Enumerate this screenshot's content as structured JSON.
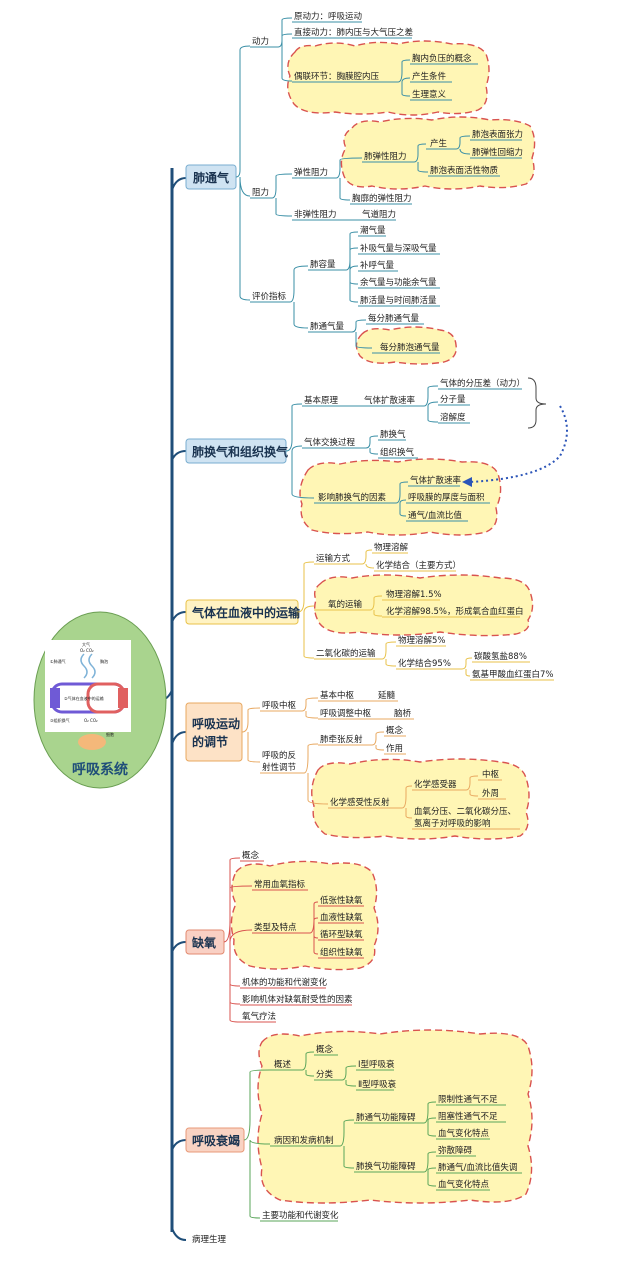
{
  "center": {
    "title": "呼吸系统"
  },
  "footer": {
    "label": "病理生理"
  },
  "sections": {
    "s1": {
      "title": "肺通气",
      "dongli": "动力",
      "yuan": "原动力：呼吸运动",
      "zhi": "直接动力：肺内压与大气压之差",
      "ou": "偶联环节：胸膜腔内压",
      "xfy": "胸内负压的概念",
      "cstj": "产生条件",
      "slyy": "生理意义",
      "zuli": "阻力",
      "txzl": "弹性阻力",
      "ftxzl": "非弹性阻力",
      "ftx": "肺弹性阻力",
      "xkt": "胸廓的弹性阻力",
      "qdzl": "气道阻力",
      "cs": "产生",
      "zmzl": "肺泡表面张力",
      "htl": "肺弹性回缩力",
      "hxwz": "肺泡表面活性物质",
      "pjzb": "评价指标",
      "frl": "肺容量",
      "ftql": "肺通气量",
      "cql": "潮气量",
      "bxq": "补吸气量与深吸气量",
      "bhq": "补呼气量",
      "yql": "余气量与功能余气量",
      "fhl": "肺活量与时间肺活量",
      "mfft": "每分肺通气量",
      "mfpt": "每分肺泡通气量"
    },
    "s2": {
      "title": "肺换气和组织换气",
      "jbyl": "基本原理",
      "ktsl": "气体扩散速率",
      "fyc": "气体的分压差（动力）",
      "fzl": "分子量",
      "rjd": "溶解度",
      "jhgc": "气体交换过程",
      "fhq": "肺换气",
      "zzhq": "组织换气",
      "yxys": "影响肺换气的因素",
      "ktsl2": "气体扩散速率",
      "hdmj": "呼吸膜的厚度与面积",
      "xlb": "通气/血流比值"
    },
    "s3": {
      "title": "气体在血液中的运输",
      "ysfs": "运输方式",
      "wlrj": "物理溶解",
      "hxjh": "化学结合（主要方式）",
      "yys": "氧的运输",
      "ywl": "物理溶解1.5%",
      "yhx": "化学溶解98.5%，形成氧合血红蛋白",
      "ehys": "二氧化碳的运输",
      "ewl": "物理溶解5%",
      "ehx": "化学结合95%",
      "tsq": "碳酸氢盐88%",
      "ajj": "氨基甲酸血红蛋白7%"
    },
    "s4": {
      "title1": "呼吸运动",
      "title2": "的调节",
      "hxzs": "呼吸中枢",
      "jbzs": "基本中枢",
      "yansui": "延髓",
      "tjzs": "呼吸调整中枢",
      "naoqiao": "脑桥",
      "fsa": "呼吸的反",
      "fsb": "射性调节",
      "fqzfs": "肺牵张反射",
      "gn": "概念",
      "zy": "作用",
      "hxgs": "化学感受性反射",
      "hxgsq": "化学感受器",
      "zs": "中枢",
      "wz": "外周",
      "xy1": "血氧分压、二氧化碳分压、",
      "xy2": "氢离子对呼吸的影响"
    },
    "s5": {
      "title": "缺氧",
      "gn": "概念",
      "cyxy": "常用血氧指标",
      "lxtd": "类型及特点",
      "dz": "低张性缺氧",
      "xy": "血液性缺氧",
      "xh": "循环型缺氧",
      "zz": "组织性缺氧",
      "jnbh": "机体的功能和代谢变化",
      "yxys": "影响机体对缺氧耐受性的因素",
      "yqlf": "氧气疗法"
    },
    "s6": {
      "title": "呼吸衰竭",
      "gs": "概述",
      "gn": "概念",
      "fl": "分类",
      "i": "Ⅰ型呼吸衰",
      "ii": "Ⅱ型呼吸衰",
      "byfb": "病因和发病机制",
      "ftgn": "肺通气功能障碍",
      "xz": "限制性通气不足",
      "zs": "阻塞性通气不足",
      "xqbh": "血气变化特点",
      "fhgn": "肺换气功能障碍",
      "msza": "弥散障碍",
      "fxlb": "肺通气/血流比值失调",
      "xqbh2": "血气变化特点",
      "zygn": "主要功能和代谢变化"
    }
  },
  "thumbnail": {
    "top1": "大气",
    "top2": "O₂ CO₂",
    "l1": "①肺通气",
    "r1": "胸泡",
    "mid": "②气体在血液中的运输",
    "l2": "③组织换气",
    "bot1": "O₂ CO₂",
    "bot2": "细胞"
  },
  "colors": {
    "link": "#3a8fa6",
    "cloud_fill": "#fff6b5",
    "cloud_stroke": "#d9534f",
    "arrow": "#2c55b8"
  }
}
